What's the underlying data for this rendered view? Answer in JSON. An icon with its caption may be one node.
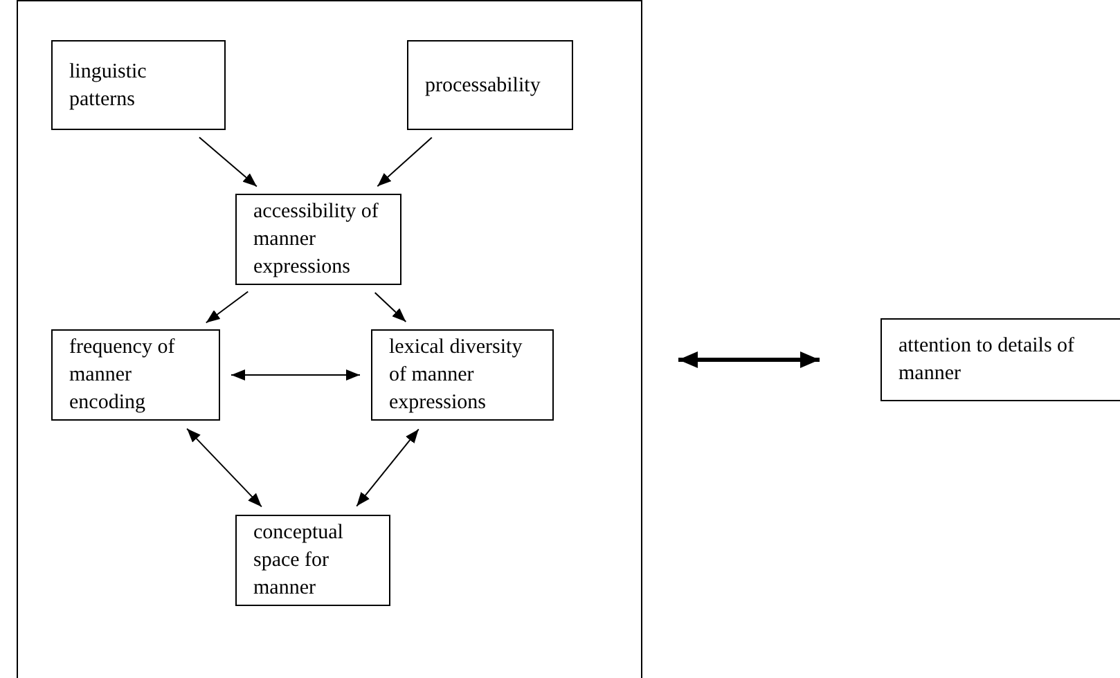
{
  "diagram": {
    "nodes": [
      {
        "text": [],
        "shape": "box"
      },
      {
        "text": [
          "linguistic patterns"
        ],
        "in": 0
      },
      {
        "text": [
          "processability"
        ],
        "in": 0
      },
      {
        "text": [
          "accessibility of manner expressions"
        ],
        "in": 0
      },
      {
        "text": [
          "frequency of manner encoding"
        ],
        "in": 0
      },
      {
        "text": [
          "lexical diversity of manner expressions"
        ],
        "in": 0
      },
      {
        "text": [
          "conceptual space for manner"
        ],
        "in": 0
      },
      {
        "text": [
          "attention to details of manner"
        ]
      }
    ],
    "edges": [
      {
        "from": 1,
        "to": 3,
        "arrow": "to"
      },
      {
        "from": 2,
        "to": 3,
        "arrow": "to"
      },
      {
        "from": 3,
        "to": 4,
        "arrow": "to"
      },
      {
        "from": 3,
        "to": 5,
        "arrow": "to"
      },
      {
        "from": 4,
        "to": 5,
        "arrow": "both"
      },
      {
        "from": 4,
        "to": 6,
        "arrow": "both"
      },
      {
        "from": 5,
        "to": 6,
        "arrow": "both"
      },
      {
        "from": 0,
        "to": 7,
        "arrow": "both",
        "style": "thick"
      }
    ]
  }
}
